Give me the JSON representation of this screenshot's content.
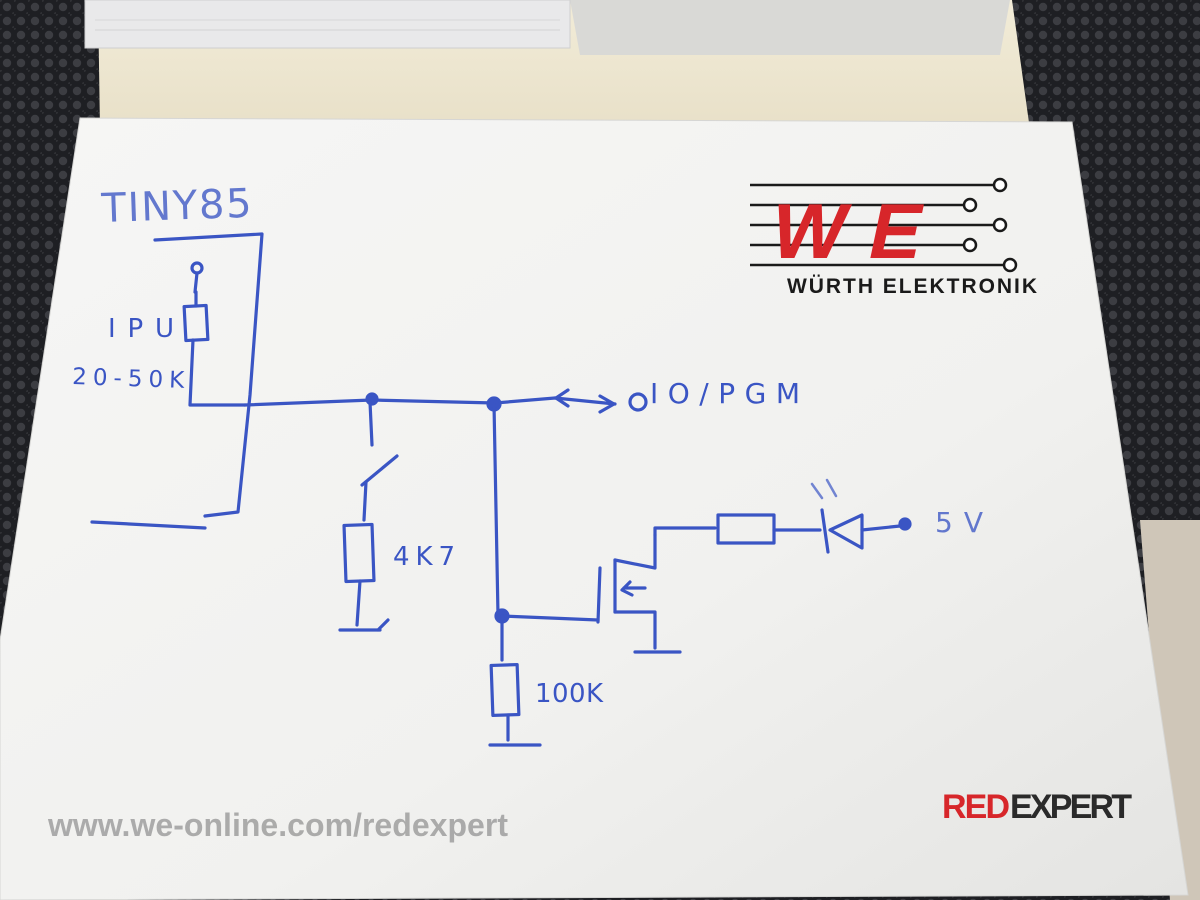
{
  "sketch": {
    "chip_label": "TINY85",
    "pullup_label": "IPU",
    "pullup_value": "20-50K",
    "switch_resistor": "4K7",
    "io_label": "IO/PGM",
    "gate_resistor": "100K",
    "supply_label": "5V"
  },
  "card": {
    "brand_logo": "WE",
    "brand_name": "WÜRTH ELEKTRONIK",
    "url": "www.we-online.com/redexpert",
    "product_red": "RED",
    "product_black": "EXPERT"
  },
  "colors": {
    "ink": "#3a55c4",
    "brand_red": "#d7262a",
    "paper": "#f2f1ef"
  }
}
